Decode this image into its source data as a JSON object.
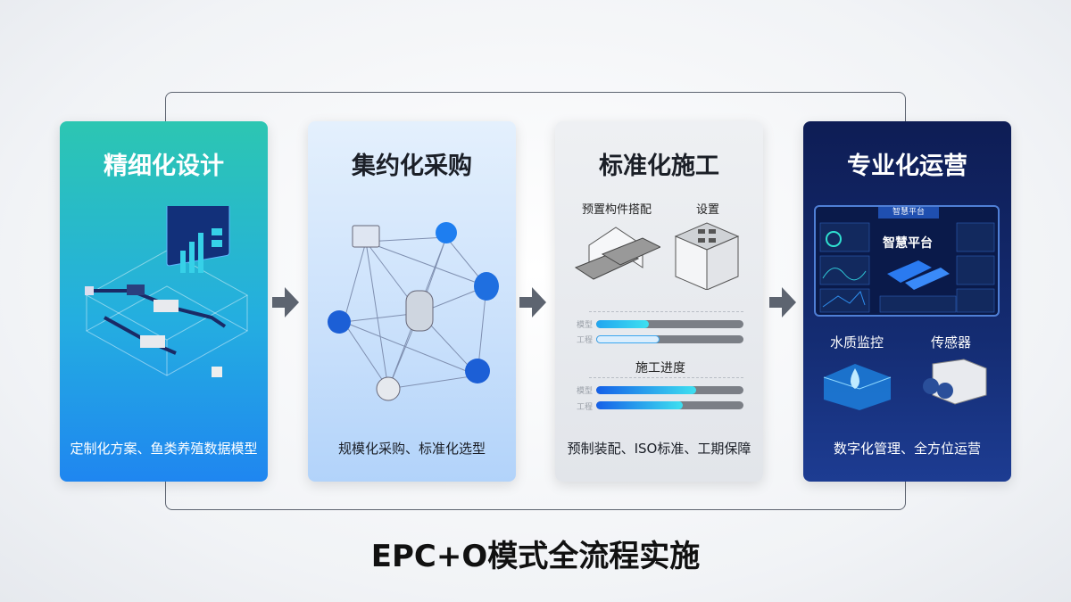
{
  "main_title": "EPC+O模式全流程实施",
  "cards": [
    {
      "title": "精细化设计",
      "subtitle": "定制化方案、鱼类养殖数据模型"
    },
    {
      "title": "集约化采购",
      "subtitle": "规模化采购、标准化选型"
    },
    {
      "title": "标准化施工",
      "subtitle": "预制装配、ISO标准、工期保障",
      "labels": {
        "prefab": "预置构件搭配",
        "setup": "设置",
        "progress": "施工进度"
      },
      "bars": [
        {
          "label": "模型",
          "value": 36
        },
        {
          "label": "工程",
          "value": 43
        },
        {
          "label": "模型",
          "value": 68
        },
        {
          "label": "工程",
          "value": 59
        }
      ]
    },
    {
      "title": "专业化运营",
      "subtitle": "数字化管理、全方位运营",
      "platform_header": "智慧平台",
      "platform_title": "智慧平台",
      "water_label": "水质监控",
      "sensor_label": "传感器"
    }
  ],
  "colors": {
    "teal": "#2cc6b2",
    "blue": "#1f86f0",
    "navy": "#0e1d55",
    "arrow": "#5d6470"
  }
}
